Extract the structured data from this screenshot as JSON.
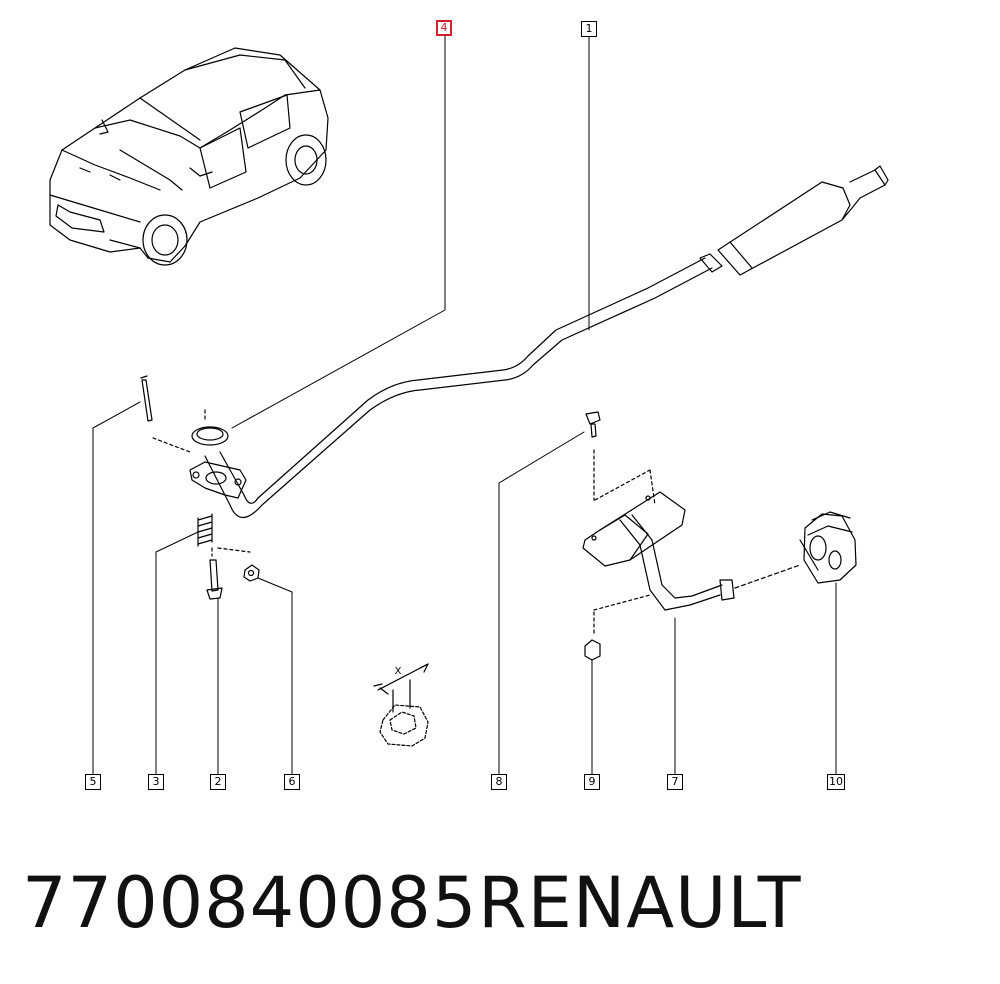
{
  "callouts": {
    "c1": "1",
    "c2": "2",
    "c3": "3",
    "c4": "4",
    "c5": "5",
    "c6": "6",
    "c7": "7",
    "c8": "8",
    "c9": "9",
    "c10": "10"
  },
  "detail_label": "X",
  "footer": {
    "part_number": "7700840085",
    "brand": "RENAULT"
  },
  "colors": {
    "highlight": "#d0202a",
    "line": "#000000"
  }
}
